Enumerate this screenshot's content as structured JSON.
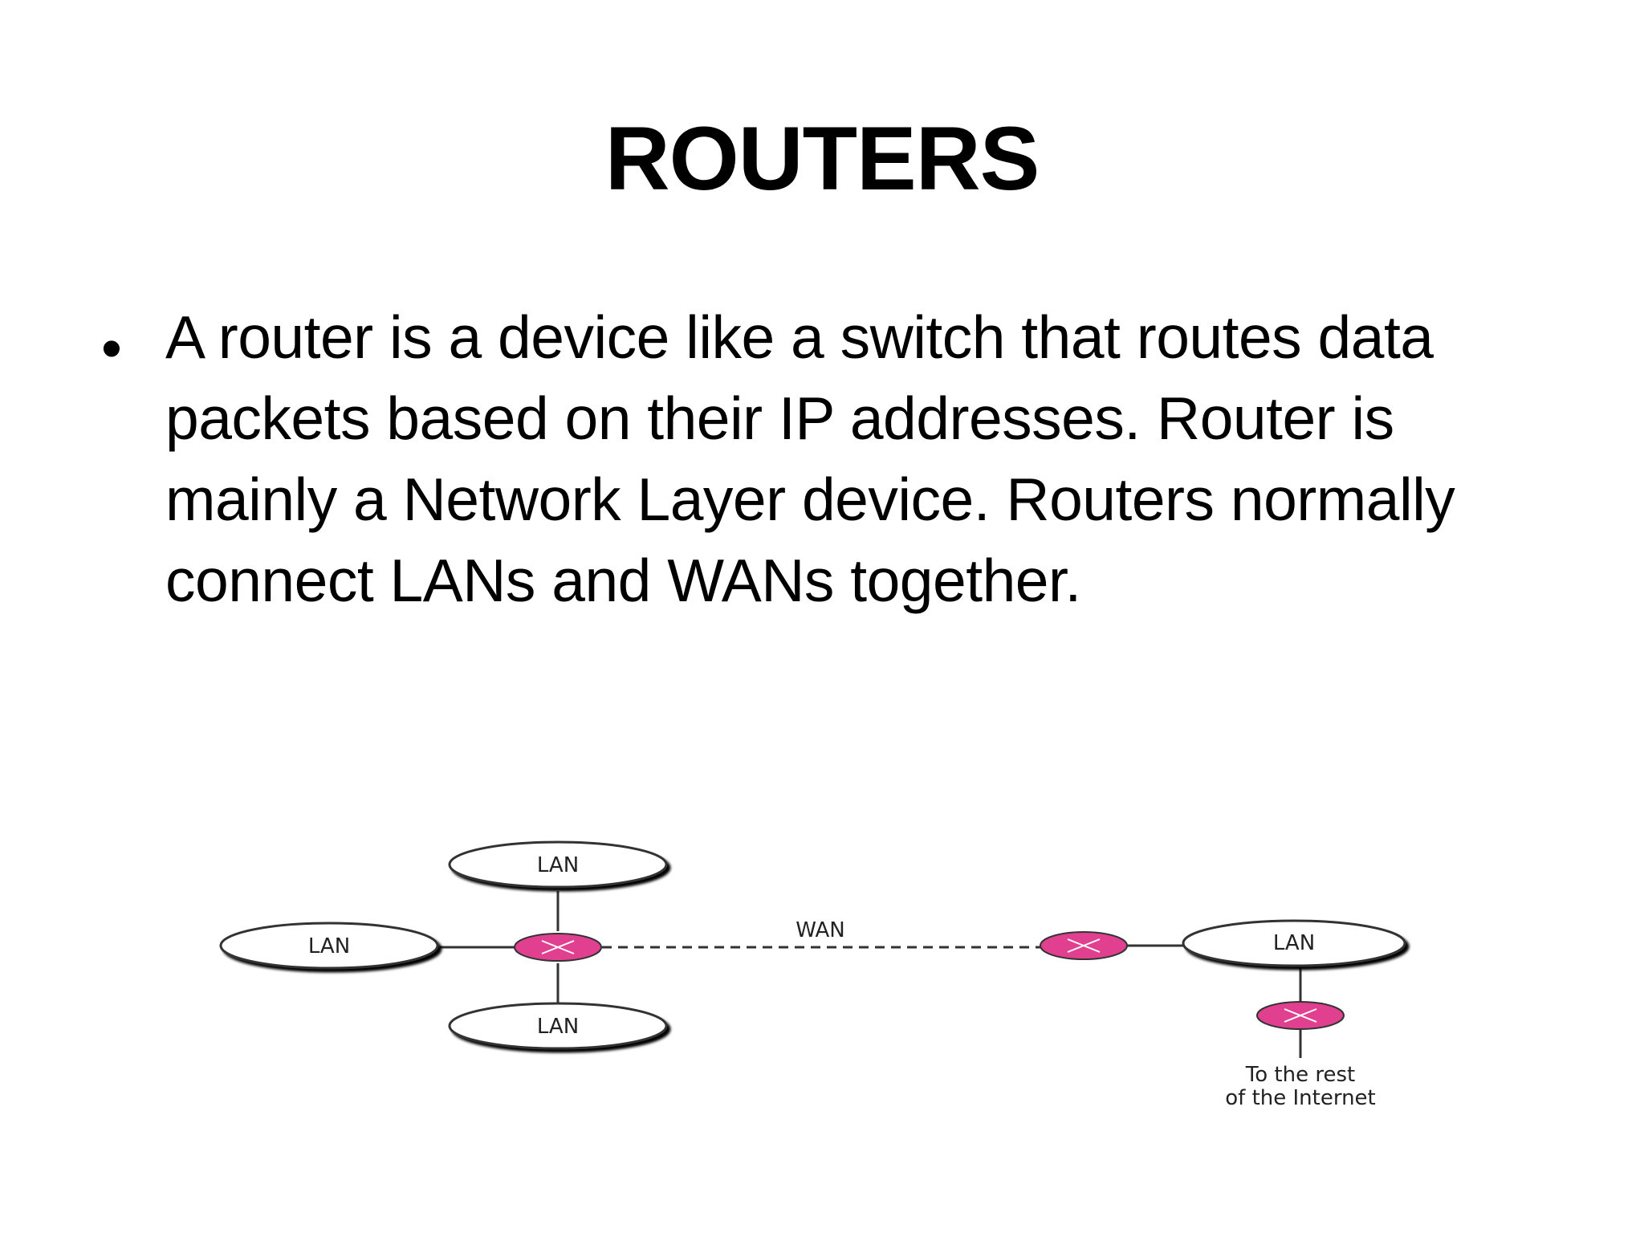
{
  "slide": {
    "title": "ROUTERS",
    "bullet_text": "A router is a device like a switch that routes data packets based on their IP addresses. Router is mainly a Network Layer device. Routers normally connect LANs and WANs together."
  },
  "diagram": {
    "lan_label": "LAN",
    "wan_label": "WAN",
    "internet_label_line1": "To the rest",
    "internet_label_line2": "of the Internet",
    "router_color": "#e0408f"
  }
}
